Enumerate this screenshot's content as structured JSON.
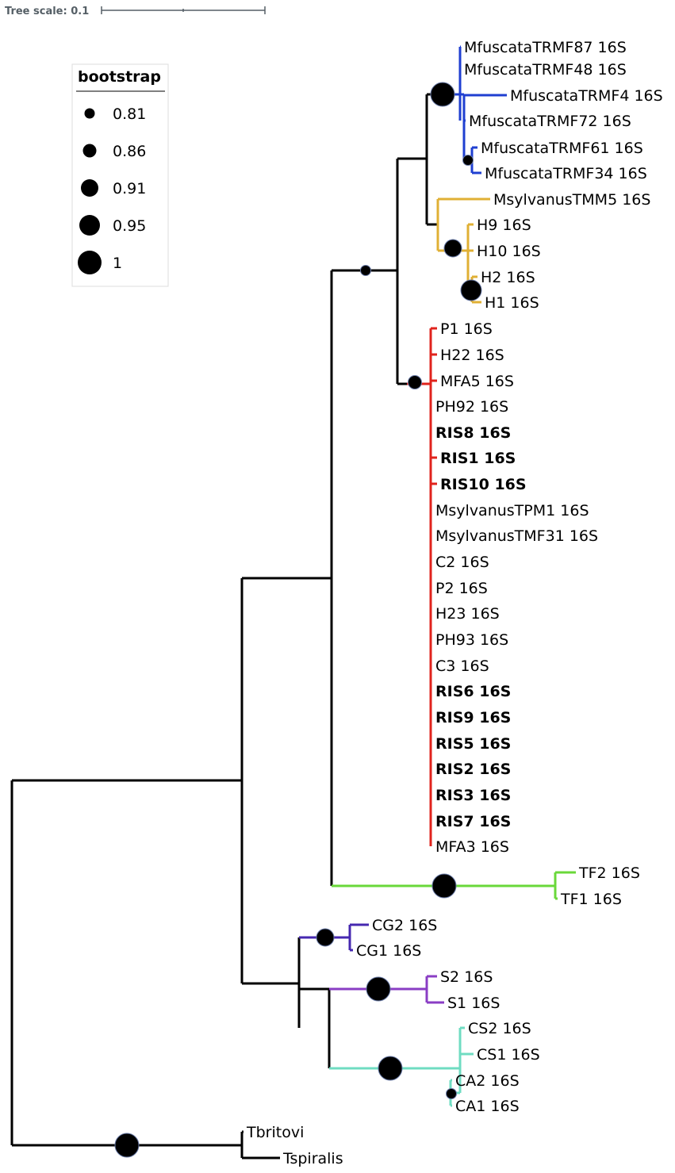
{
  "scale": {
    "label": "Tree scale: 0.1"
  },
  "legend": {
    "title": "bootstrap",
    "items": [
      {
        "value": "0.81"
      },
      {
        "value": "0.86"
      },
      {
        "value": "0.91"
      },
      {
        "value": "0.95"
      },
      {
        "value": "1"
      }
    ]
  },
  "colors": {
    "default": "#000000",
    "blue": "#1f3fd1",
    "gold": "#e0b035",
    "red": "#e0231c",
    "green": "#6ad83a",
    "indigo": "#4628b0",
    "purple": "#8a3dc4",
    "teal": "#6fdcc2"
  },
  "leaves": [
    {
      "name": "MfuscataTRMF87 16S",
      "bold": false
    },
    {
      "name": "MfuscataTRMF48 16S",
      "bold": false
    },
    {
      "name": "MfuscataTRMF4 16S",
      "bold": false
    },
    {
      "name": "MfuscataTRMF72 16S",
      "bold": false
    },
    {
      "name": "MfuscataTRMF61 16S",
      "bold": false
    },
    {
      "name": "MfuscataTRMF34 16S",
      "bold": false
    },
    {
      "name": "MsylvanusTMM5 16S",
      "bold": false
    },
    {
      "name": "H9 16S",
      "bold": false
    },
    {
      "name": "H10 16S",
      "bold": false
    },
    {
      "name": "H2 16S",
      "bold": false
    },
    {
      "name": "H1 16S",
      "bold": false
    },
    {
      "name": "P1 16S",
      "bold": false
    },
    {
      "name": "H22 16S",
      "bold": false
    },
    {
      "name": "MFA5 16S",
      "bold": false
    },
    {
      "name": "PH92 16S",
      "bold": false
    },
    {
      "name": "RIS8 16S",
      "bold": true
    },
    {
      "name": "RIS1 16S",
      "bold": true
    },
    {
      "name": "RIS10 16S",
      "bold": true
    },
    {
      "name": "MsylvanusTPM1 16S",
      "bold": false
    },
    {
      "name": "MsylvanusTMF31 16S",
      "bold": false
    },
    {
      "name": "C2 16S",
      "bold": false
    },
    {
      "name": "P2 16S",
      "bold": false
    },
    {
      "name": "H23 16S",
      "bold": false
    },
    {
      "name": "PH93 16S",
      "bold": false
    },
    {
      "name": "C3 16S",
      "bold": false
    },
    {
      "name": "RIS6 16S",
      "bold": true
    },
    {
      "name": "RIS9 16S",
      "bold": true
    },
    {
      "name": "RIS5 16S",
      "bold": true
    },
    {
      "name": "RIS2 16S",
      "bold": true
    },
    {
      "name": "RIS3 16S",
      "bold": true
    },
    {
      "name": "RIS7 16S",
      "bold": true
    },
    {
      "name": "MFA3 16S",
      "bold": false
    },
    {
      "name": "TF2 16S",
      "bold": false
    },
    {
      "name": "TF1 16S",
      "bold": false
    },
    {
      "name": "CG2 16S",
      "bold": false
    },
    {
      "name": "CG1 16S",
      "bold": false
    },
    {
      "name": "S2 16S",
      "bold": false
    },
    {
      "name": "S1 16S",
      "bold": false
    },
    {
      "name": "CS2 16S",
      "bold": false
    },
    {
      "name": "CS1 16S",
      "bold": false
    },
    {
      "name": "CA2 16S",
      "bold": false
    },
    {
      "name": "CA1 16S",
      "bold": false
    },
    {
      "name": "Tbritovi",
      "bold": false
    },
    {
      "name": "Tspiralis",
      "bold": false
    }
  ],
  "nodes": [
    {
      "id": "root",
      "bootstrap": 1,
      "color": "default"
    },
    {
      "id": "trichinella-pair",
      "bootstrap": 0
    },
    {
      "id": "main-clade",
      "bootstrap": 0
    },
    {
      "id": "upper-clade",
      "bootstrap": 0
    },
    {
      "id": "macaque-clade",
      "bootstrap": 0.81
    },
    {
      "id": "blue-gold",
      "bootstrap": 0
    },
    {
      "id": "blue-clade",
      "bootstrap": 1
    },
    {
      "id": "blue-61-34",
      "bootstrap": 0.81
    },
    {
      "id": "gold-clade",
      "bootstrap": 0
    },
    {
      "id": "gold-h",
      "bootstrap": 0.91
    },
    {
      "id": "gold-h2-h1",
      "bootstrap": 0.95
    },
    {
      "id": "red-clade",
      "bootstrap": 0.86
    },
    {
      "id": "tf-clade",
      "bootstrap": 1
    },
    {
      "id": "lower-clade",
      "bootstrap": 0
    },
    {
      "id": "cg-clade",
      "bootstrap": 0.91
    },
    {
      "id": "s-c-clade",
      "bootstrap": 0
    },
    {
      "id": "s-clade",
      "bootstrap": 1
    },
    {
      "id": "c-clade",
      "bootstrap": 1
    },
    {
      "id": "ca-clade",
      "bootstrap": 0.81
    }
  ]
}
